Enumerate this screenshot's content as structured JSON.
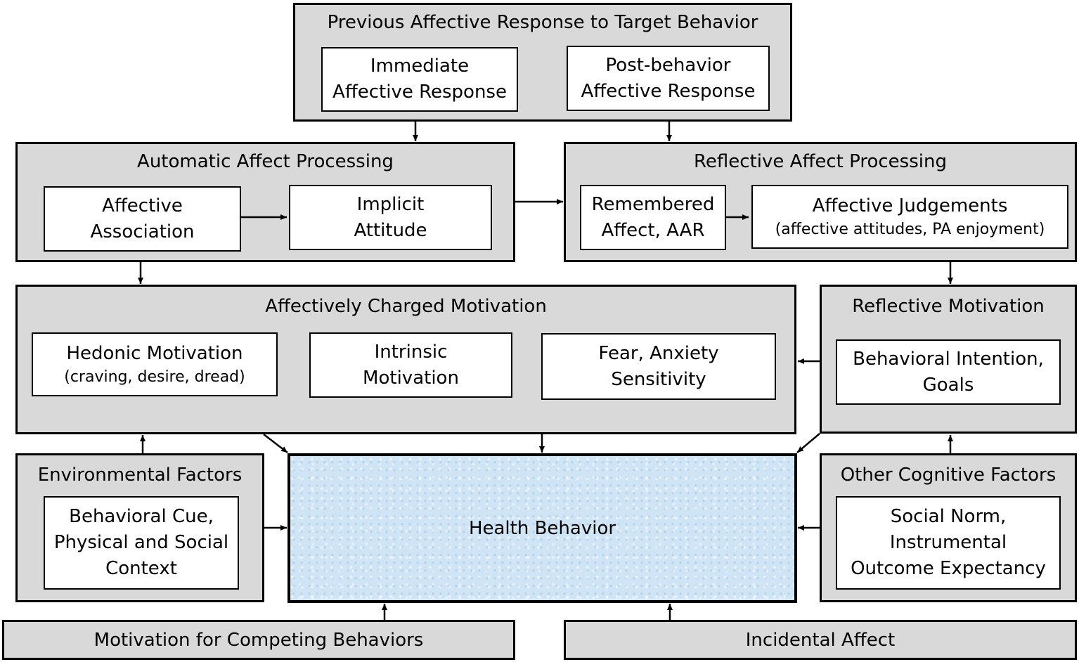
{
  "previous": {
    "title": "Previous Affective Response to Target Behavior",
    "immediate": [
      "Immediate",
      "Affective Response"
    ],
    "post": [
      "Post-behavior",
      "Affective Response"
    ]
  },
  "automatic": {
    "title": "Automatic Affect Processing",
    "association": [
      "Affective",
      "Association"
    ],
    "implicit": [
      "Implicit",
      "Attitude"
    ]
  },
  "reflective_processing": {
    "title": "Reflective Affect Processing",
    "remembered": [
      "Remembered",
      "Affect, AAR"
    ],
    "judgements": [
      "Affective Judgements",
      "(affective attitudes, PA enjoyment)"
    ]
  },
  "affective_motivation": {
    "title": "Affectively Charged Motivation",
    "hedonic": [
      "Hedonic Motivation",
      "(craving, desire, dread)"
    ],
    "intrinsic": [
      "Intrinsic",
      "Motivation"
    ],
    "fear": [
      "Fear, Anxiety",
      "Sensitivity"
    ]
  },
  "reflective_motivation": {
    "title": "Reflective Motivation",
    "intention": [
      "Behavioral Intention,",
      "Goals"
    ]
  },
  "environmental": {
    "title": "Environmental Factors",
    "cue": [
      "Behavioral Cue,",
      "Physical and Social",
      "Context"
    ]
  },
  "health_behavior": "Health Behavior",
  "cognitive": {
    "title": "Other Cognitive Factors",
    "norm": [
      "Social Norm,",
      "Instrumental",
      "Outcome Expectancy"
    ]
  },
  "competing": "Motivation for Competing Behaviors",
  "incidental": "Incidental Affect"
}
